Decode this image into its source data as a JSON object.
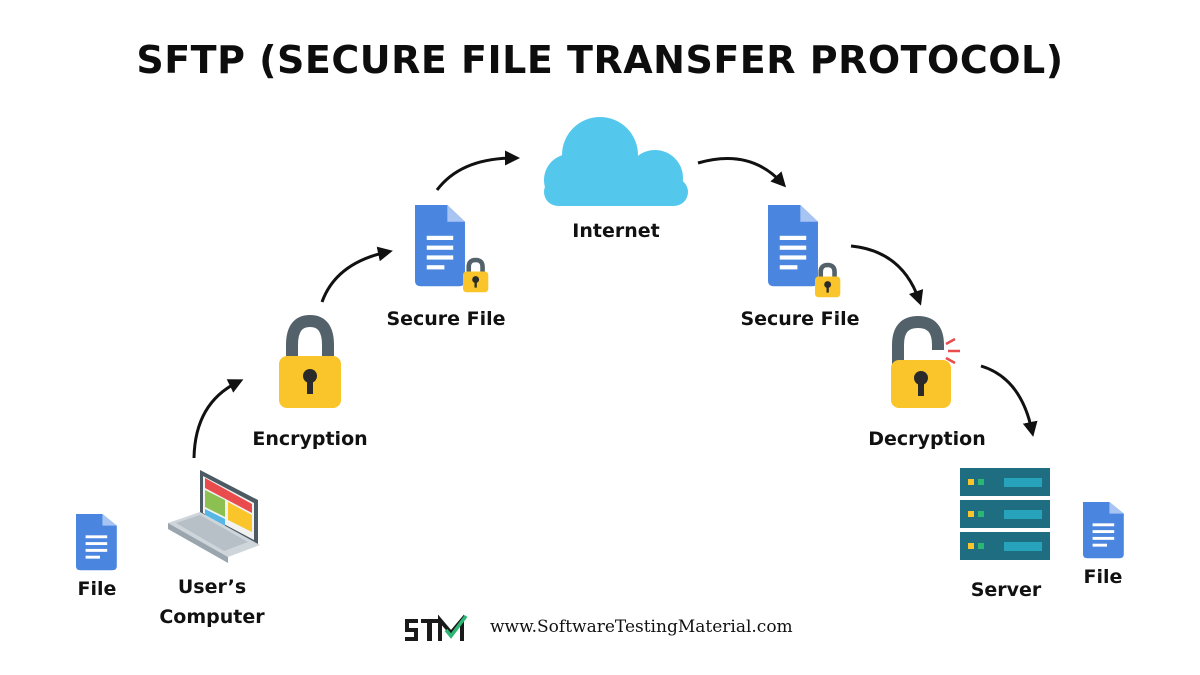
{
  "title": "SFTP (SECURE FILE TRANSFER PROTOCOL)",
  "nodes": {
    "file_left": "File",
    "user_computer_line1": "User’s",
    "user_computer_line2": "Computer",
    "encryption": "Encryption",
    "secure_file_left": "Secure File",
    "internet": "Internet",
    "secure_file_right": "Secure File",
    "decryption": "Decryption",
    "server": "Server",
    "file_right": "File"
  },
  "footer": {
    "logo_text": "STM",
    "url": "www.SoftwareTestingMaterial.com"
  },
  "colors": {
    "doc_blue": "#4a86e0",
    "doc_fold": "#a7c4f2",
    "lock_yellow": "#f9c52a",
    "lock_shackle": "#53616a",
    "cloud": "#54c8ec",
    "server_teal": "#1f6d80",
    "server_light": "#27a4bb",
    "logo_green": "#2bb673"
  },
  "icons": [
    "document-icon",
    "laptop-icon",
    "padlock-closed-icon",
    "secure-document-icon",
    "cloud-icon",
    "padlock-open-icon",
    "server-icon",
    "arrow-icon"
  ]
}
